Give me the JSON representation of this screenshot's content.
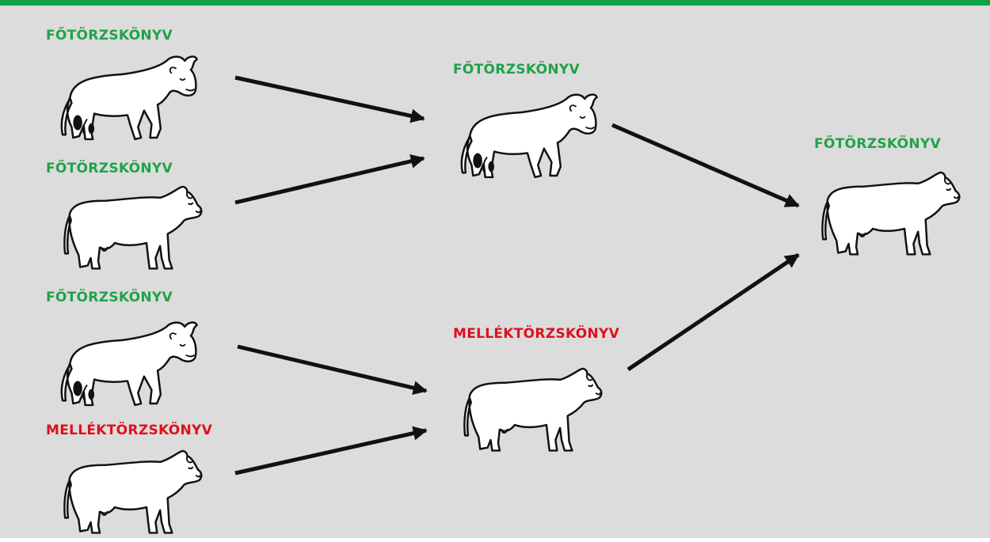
{
  "colors": {
    "background": "#dcdcdc",
    "top_bar": "#0fa14a",
    "main_register": "#21a24a",
    "secondary_register": "#e0101c",
    "arrow": "#111111",
    "outline": "#111111",
    "fill": "#ffffff"
  },
  "nodes": [
    {
      "id": "sire-1",
      "animal": "bull-icon",
      "label": "FŐTÖRZSKÖNYV",
      "status": "main"
    },
    {
      "id": "dam-1",
      "animal": "cow-icon",
      "label": "FŐTÖRZSKÖNYV",
      "status": "main"
    },
    {
      "id": "sire-2",
      "animal": "bull-icon",
      "label": "FŐTÖRZSKÖNYV",
      "status": "main"
    },
    {
      "id": "dam-2",
      "animal": "cow-icon",
      "label": "MELLÉKTÖRZSKÖNYV",
      "status": "secondary"
    },
    {
      "id": "parent-1",
      "animal": "bull-icon",
      "label": "FŐTÖRZSKÖNYV",
      "status": "main"
    },
    {
      "id": "parent-2",
      "animal": "cow-icon",
      "label": "MELLÉKTÖRZSKÖNYV",
      "status": "secondary"
    },
    {
      "id": "offspring",
      "animal": "cow-icon",
      "label": "FŐTÖRZSKÖNYV",
      "status": "main"
    }
  ],
  "edges": [
    {
      "from": "sire-1",
      "to": "parent-1"
    },
    {
      "from": "dam-1",
      "to": "parent-1"
    },
    {
      "from": "sire-2",
      "to": "parent-2"
    },
    {
      "from": "dam-2",
      "to": "parent-2"
    },
    {
      "from": "parent-1",
      "to": "offspring"
    },
    {
      "from": "parent-2",
      "to": "offspring"
    }
  ]
}
